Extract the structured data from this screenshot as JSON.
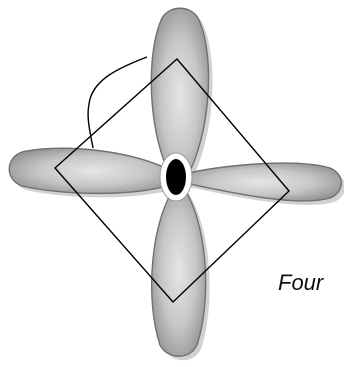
{
  "caption": {
    "text": "Four"
  },
  "colors": {
    "petal_fill_light": "#e6e6e6",
    "petal_fill_dark": "#8e8e8e",
    "petal_stroke": "#707070",
    "shadow": "#b0b0b0",
    "center_ring": "#ffffff",
    "center_dot": "#000000",
    "line": "#000000"
  },
  "icons": {
    "propeller": "four-petal-propeller-icon",
    "diamond": "diamond-outline",
    "curve": "connector-curve"
  }
}
